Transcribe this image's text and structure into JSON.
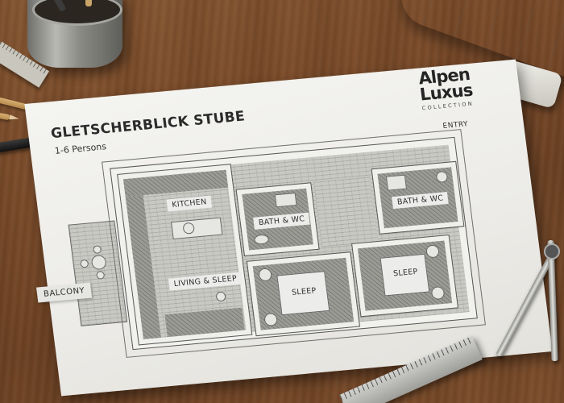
{
  "scene": {
    "description": "Pencil-sketched apartment floor plan on paper lying on a wooden desk with drafting tools",
    "colors": {
      "desk_wood": "#7a4b2a",
      "paper": "#efefec",
      "ink": "#2b2b2b"
    }
  },
  "sheet": {
    "title": "GLETSCHERBLICK STUBE",
    "subtitle": "1-6 Persons",
    "brand": {
      "line1": "Alpen",
      "line2": "Luxus",
      "tagline": "COLLECTION"
    }
  },
  "floor_plan": {
    "rooms": [
      {
        "id": "kitchen",
        "label": "KITCHEN"
      },
      {
        "id": "living",
        "label": "LIVING & SLEEP"
      },
      {
        "id": "bath1",
        "label": "BATH & WC"
      },
      {
        "id": "bath2",
        "label": "BATH & WC"
      },
      {
        "id": "sleep1",
        "label": "SLEEP"
      },
      {
        "id": "sleep2",
        "label": "SLEEP"
      }
    ],
    "outside_labels": {
      "balcony": "BALCONY",
      "entry": "ENTRY"
    }
  },
  "desk_items": [
    "pencil-cup",
    "small-ruler",
    "pencils",
    "mechanical-pen",
    "rolled-blueprints",
    "eraser",
    "drawing-compass",
    "steel-ruler"
  ]
}
